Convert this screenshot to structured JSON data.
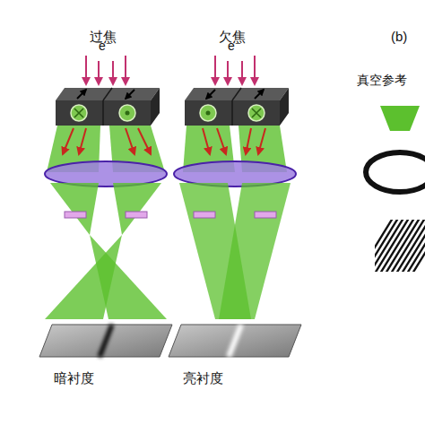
{
  "diagram": {
    "labels": [
      "过焦",
      "欠焦",
      "e⁻",
      "e⁻",
      "暗衬度",
      "亮衬度",
      "(b)",
      "真空参考"
    ]
  }
}
